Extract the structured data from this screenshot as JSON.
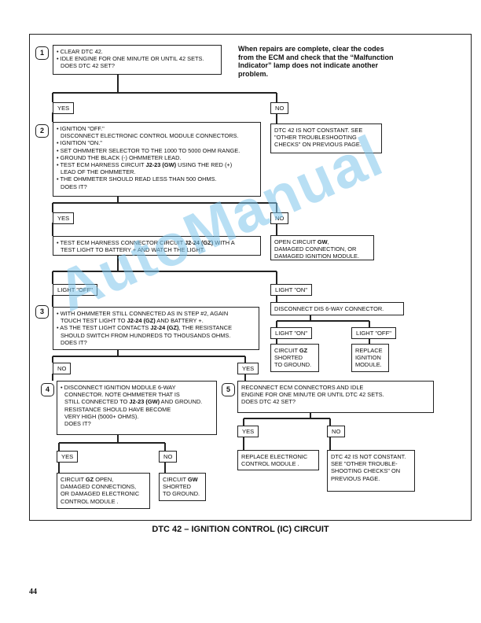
{
  "note": {
    "lines": [
      "When repairs are complete, clear the codes",
      "from the ECM and check that the “Malfunction",
      "Indicator” lamp does not indicate another",
      "problem."
    ]
  },
  "steps": [
    "1",
    "2",
    "3",
    "4",
    "5"
  ],
  "box1": [
    "• CLEAR DTC 42.",
    "• IDLE ENGINE FOR ONE MINUTE OR UNTIL 42 SETS.",
    "DOES DTC 42 SET?"
  ],
  "box2": [
    "• IGNITION \"OFF.\"",
    "DISCONNECT ELECTRONIC CONTROL MODULE CONNECTORS.",
    "• IGNITION \"ON.\"",
    "• SET OHMMETER SELECTOR TO THE 1000 TO 5000 OHM RANGE.",
    "• GROUND THE BLACK (-) OHMMETER LEAD.",
    "• TEST ECM HARNESS CIRCUIT J2-23 (GW) USING THE RED (+)",
    "LEAD OF THE OHMMETER.",
    "• THE OHMMETER SHOULD READ  LESS THAN 500 OHMS.",
    "DOES IT?"
  ],
  "box_dtc_not_constant_top": [
    "DTC 42 IS NOT CONSTANT. SEE",
    "\"OTHER TROUBLESHOOTING",
    "CHECKS\" ON PREVIOUS PAGE."
  ],
  "box_test_light": [
    "• TEST ECM HARNESS CONNECTOR CIRCUIT J2-24 (GZ) WITH A",
    "TEST LIGHT TO BATTERY + AND WATCH THE LIGHT."
  ],
  "box_open_circuit": [
    "OPEN CIRCUIT GW,",
    "DAMAGED CONNECTION, OR",
    "DAMAGED IGNITION MODULE."
  ],
  "box3": [
    "• WITH OHMMETER STILL CONNECTED AS IN STEP #2, AGAIN",
    "TOUCH TEST LIGHT TO J2-24 (GZ) AND BATTERY +.",
    "• AS THE TEST LIGHT CONTACTS J2-24 (GZ), THE RESISTANCE",
    "SHOULD SWITCH FROM HUNDREDS TO THOUSANDS OHMS.",
    "DOES IT?"
  ],
  "box_disconnect_dis": [
    "DISCONNECT DIS 6-WAY CONNECTOR."
  ],
  "box_gz_shorted": [
    "CIRCUIT GZ",
    "SHORTED",
    "TO GROUND."
  ],
  "box_replace_ignition": [
    "REPLACE",
    "IGNITION",
    "MODULE."
  ],
  "box4": [
    "• DISCONNECT IGNITION MODULE 6-WAY",
    "CONNECTOR. NOTE OHMMETER THAT IS",
    "STILL CONNECTED TO J2-23 (GW) AND GROUND.",
    "RESISTANCE SHOULD HAVE BECOME",
    "VERY HIGH (5000+ OHMS).",
    "DOES IT?"
  ],
  "box5": [
    "RECONNECT ECM CONNECTORS AND IDLE",
    "ENGINE FOR ONE MINUTE OR UNTIL DTC 42 SETS.",
    "DOES DTC 42 SET?"
  ],
  "box_gz_open": [
    "CIRCUIT GZ OPEN,",
    "DAMAGED CONNECTIONS,",
    "OR DAMAGED ELECTRONIC",
    "CONTROL MODULE ."
  ],
  "box_gw_shorted": [
    "CIRCUIT GW",
    "SHORTED",
    "TO GROUND."
  ],
  "box_replace_ecm": [
    "REPLACE ELECTRONIC",
    "CONTROL MODULE ."
  ],
  "box_dtc_not_constant_bottom": [
    "DTC 42 IS NOT CONSTANT.",
    "SEE \"OTHER TROUBLE-",
    "SHOOTING CHECKS\" ON",
    "PREVIOUS PAGE."
  ],
  "labels": {
    "yes": "YES",
    "no": "NO",
    "light_off": "LIGHT \"OFF\"",
    "light_on": "LIGHT \"ON\""
  },
  "title": "DTC 42 – IGNITION CONTROL (IC) CIRCUIT",
  "page_number": "44",
  "watermark": "AutoManual"
}
